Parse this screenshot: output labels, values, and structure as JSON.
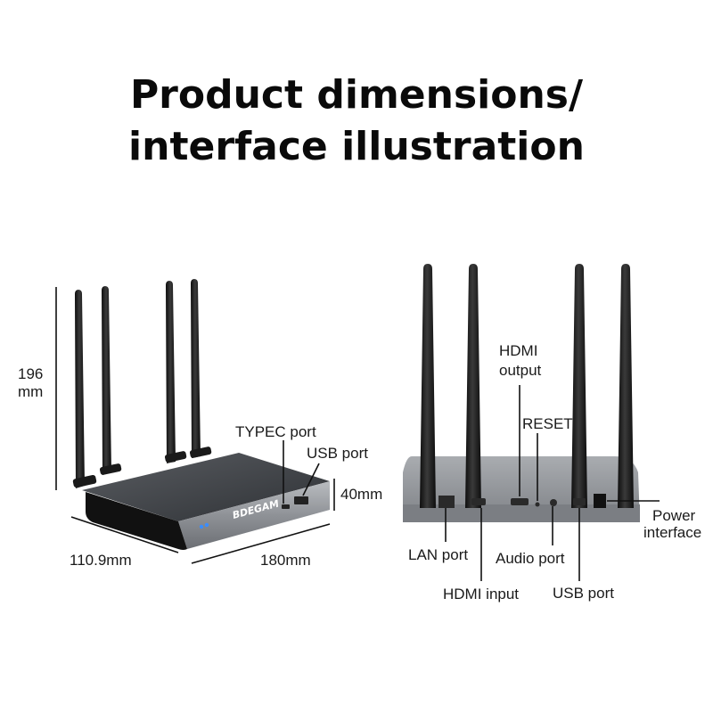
{
  "title": {
    "line1": "Product dimensions/",
    "line2": "interface illustration"
  },
  "colors": {
    "body_dark": "#3a3d42",
    "body_light": "#8a8d92",
    "front_black": "#111111",
    "antenna": "#1b1b1b",
    "led": "#3a8dff"
  },
  "left_view": {
    "brand": "BDEGAM",
    "dim_height_value": "196",
    "dim_height_unit": "mm",
    "dim_depth": "110.9mm",
    "dim_width": "180mm",
    "dim_thickness": "40mm",
    "port_typec": "TYPEC port",
    "port_usb": "USB port"
  },
  "right_view": {
    "hdmi_output_l1": "HDMI",
    "hdmi_output_l2": "output",
    "reset": "RESET",
    "power_l1": "Power",
    "power_l2": "interface",
    "lan": "LAN port",
    "audio": "Audio port",
    "hdmi_input": "HDMI input",
    "usb": "USB port"
  }
}
